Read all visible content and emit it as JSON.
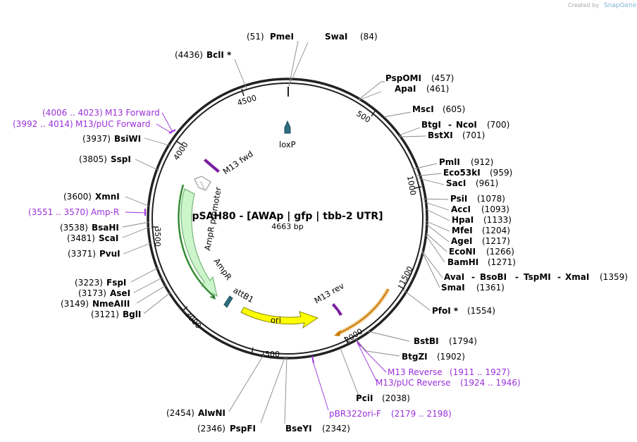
{
  "credit": {
    "prefix": "Created by",
    "brand": "SnapGene"
  },
  "plasmid": {
    "name": "pSAH80 - [AWAp | gfp | tbb-2 UTR]",
    "length_label": "4663 bp",
    "length": 4663
  },
  "ticks": [
    "500",
    "1000",
    "1500",
    "2000",
    "2500",
    "3000",
    "3500",
    "4000",
    "4500"
  ],
  "sites": [
    {
      "pos": "(51)",
      "name": "PmeI"
    },
    {
      "pos": "(84)",
      "name": "SwaI"
    },
    {
      "pos": "(4436)",
      "name": "BclI *"
    },
    {
      "pos": "(457)",
      "name": "PspOMI"
    },
    {
      "pos": "(461)",
      "name": "ApaI"
    },
    {
      "pos": "(605)",
      "name": "MscI"
    },
    {
      "pos": "(700)",
      "name": "BtgI"
    },
    {
      "pos": "",
      "name": "NcoI"
    },
    {
      "pos": "(701)",
      "name": "BstXI"
    },
    {
      "pos": "(912)",
      "name": "PmlI"
    },
    {
      "pos": "(959)",
      "name": "Eco53kI"
    },
    {
      "pos": "(961)",
      "name": "SacI"
    },
    {
      "pos": "(1078)",
      "name": "PsiI"
    },
    {
      "pos": "(1093)",
      "name": "AccI"
    },
    {
      "pos": "(1133)",
      "name": "HpaI"
    },
    {
      "pos": "(1204)",
      "name": "MfeI"
    },
    {
      "pos": "(1217)",
      "name": "AgeI"
    },
    {
      "pos": "(1266)",
      "name": "EcoNI"
    },
    {
      "pos": "(1271)",
      "name": "BamHI"
    },
    {
      "pos": "(1359)",
      "name": "AvaI"
    },
    {
      "pos": "",
      "name": "BsoBI"
    },
    {
      "pos": "",
      "name": "TspMI"
    },
    {
      "pos": "",
      "name": "XmaI"
    },
    {
      "pos": "(1361)",
      "name": "SmaI"
    },
    {
      "pos": "(1554)",
      "name": "PfoI *"
    },
    {
      "pos": "(1794)",
      "name": "BstBI"
    },
    {
      "pos": "(1902)",
      "name": "BtgZI"
    },
    {
      "pos": "(2038)",
      "name": "PciI"
    },
    {
      "pos": "(2342)",
      "name": "BseYI"
    },
    {
      "pos": "(2346)",
      "name": "PspFI"
    },
    {
      "pos": "(2454)",
      "name": "AlwNI"
    },
    {
      "pos": "(3121)",
      "name": "BglI"
    },
    {
      "pos": "(3149)",
      "name": "NmeAIII"
    },
    {
      "pos": "(3173)",
      "name": "AseI"
    },
    {
      "pos": "(3223)",
      "name": "FspI"
    },
    {
      "pos": "(3371)",
      "name": "PvuI"
    },
    {
      "pos": "(3481)",
      "name": "ScaI"
    },
    {
      "pos": "(3538)",
      "name": "BsaHI"
    },
    {
      "pos": "(3600)",
      "name": "XmnI"
    },
    {
      "pos": "(3805)",
      "name": "SspI"
    },
    {
      "pos": "(3937)",
      "name": "BsiWI"
    }
  ],
  "primers": [
    {
      "range": "(4006 .. 4023)",
      "name": "M13 Forward"
    },
    {
      "range": "(3992 .. 4014)",
      "name": "M13/pUC Forward"
    },
    {
      "range": "(3551 .. 3570)",
      "name": "Amp-R"
    },
    {
      "range": "(1911 .. 1927)",
      "name": "M13 Reverse"
    },
    {
      "range": "(1924 .. 1946)",
      "name": "M13/pUC Reverse"
    },
    {
      "range": "(2179 .. 2198)",
      "name": "pBR322ori-F"
    }
  ],
  "features": [
    {
      "name": "loxP"
    },
    {
      "name": "M13 fwd"
    },
    {
      "name": "AmpR promoter"
    },
    {
      "name": "AmpR"
    },
    {
      "name": "attB1"
    },
    {
      "name": "ori"
    },
    {
      "name": "M13 rev"
    }
  ],
  "colors": {
    "backbone": "#222222",
    "primer": "#9b30d9",
    "ampr_fill": "#ccf5cc",
    "ampr_stroke": "#66aa66",
    "ori_fill": "#ffff00",
    "arc_green": "#2e7d32",
    "arc_orange": "#c77a00",
    "arc_orange_glow": "#f5d3a0",
    "feature_teal": "#2e6e80",
    "leader_line": "#888888"
  }
}
